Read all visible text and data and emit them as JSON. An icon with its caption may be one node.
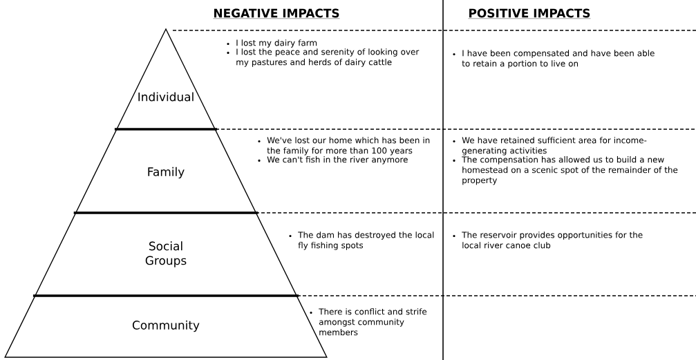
{
  "diagram": {
    "nodes": [
      {
        "text": [
          "Individual"
        ]
      },
      {
        "text": [
          "Family"
        ]
      },
      {
        "text": [
          "Social Groups"
        ]
      },
      {
        "text": [
          "Community"
        ]
      }
    ],
    "labels": [
      "NEGATIVE IMPACTS",
      "POSITIVE IMPACTS",
      "I lost my dairy farm",
      "I lost the peace and serenity of looking over my pastures and herds of dairy cattle",
      "I have been compensated and have been able to retain a portion to live on",
      "We've lost our home which has been in the family for more than 100 years",
      "We can't fish in the river anymore",
      "We have retained sufficient area for income-generating activities",
      "The compensation has allowed us to build a new homestead on a scenic spot of the remainder of the property",
      "The dam has destroyed the local fly fishing spots",
      "The reservoir provides opportunities for the local river canoe club",
      "There is conflict and strife amongst community members"
    ]
  }
}
